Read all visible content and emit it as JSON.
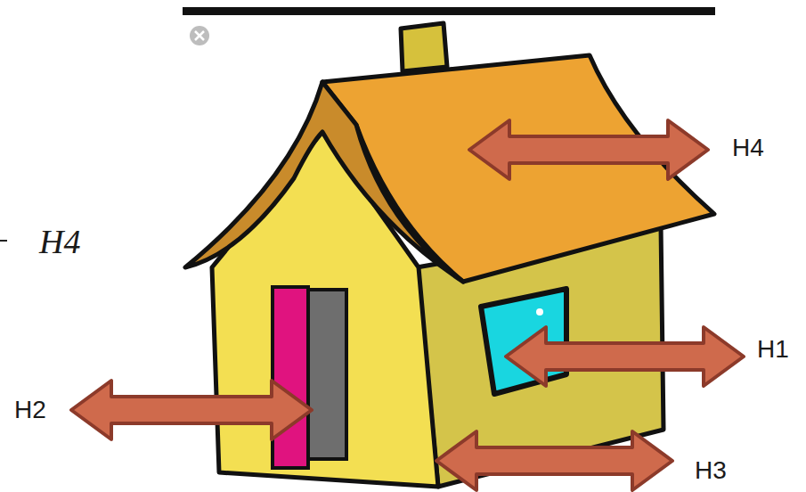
{
  "diagram": {
    "labels": [
      "H4",
      "H4",
      "H1",
      "H2",
      "H3"
    ]
  }
}
